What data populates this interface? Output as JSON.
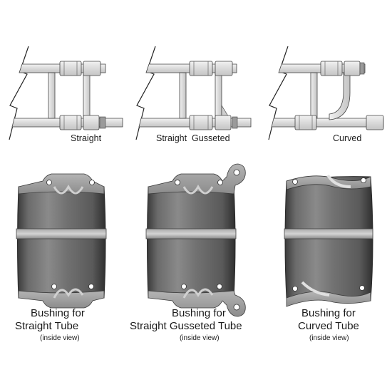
{
  "diagrams": [
    {
      "id": "straight",
      "label": "Straight"
    },
    {
      "id": "straight-gusseted",
      "label": "Straight  Gusseted"
    },
    {
      "id": "curved",
      "label": "Curved"
    }
  ],
  "bushings": [
    {
      "id": "straight",
      "line1": "Bushing for",
      "line2": "Straight Tube",
      "note": "(inside view)"
    },
    {
      "id": "straight-gusseted",
      "line1": "Bushing for",
      "line2": "Straight Gusseted Tube",
      "note": "(inside view)"
    },
    {
      "id": "curved",
      "line1": "Bushing for",
      "line2": "Curved Tube",
      "note": "(inside view)"
    }
  ]
}
